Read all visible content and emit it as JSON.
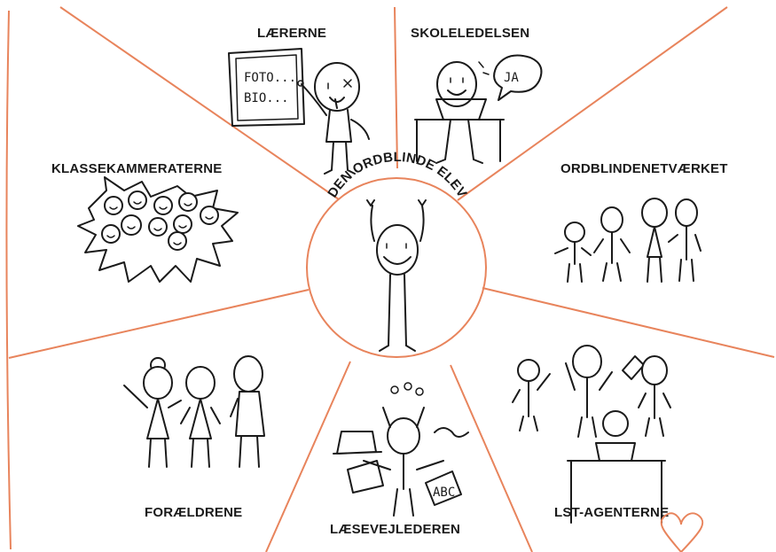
{
  "center": {
    "title": "DEN ORDBLINDE ELEV"
  },
  "sections": {
    "laererne": "LÆRERNE",
    "skoleledelsen": "SKOLELEDELSEN",
    "klassekammeraterne": "KLASSEKAMMERATERNE",
    "ordblindenetvaerket": "ORDBLINDENETVÆRKET",
    "foraeldrene": "FORÆLDRENE",
    "laesevejlederen": "LÆSEVEJLEDEREN",
    "lst_agenterne": "LST-AGENTERNE"
  },
  "board_text": {
    "line1": "FOTO...",
    "line2": "BIO..."
  },
  "speech_bubble": "JA",
  "colors": {
    "divider": "#e8845c",
    "ink": "#1a1a1a",
    "background": "#ffffff"
  },
  "icons": [
    "heart-icon"
  ]
}
